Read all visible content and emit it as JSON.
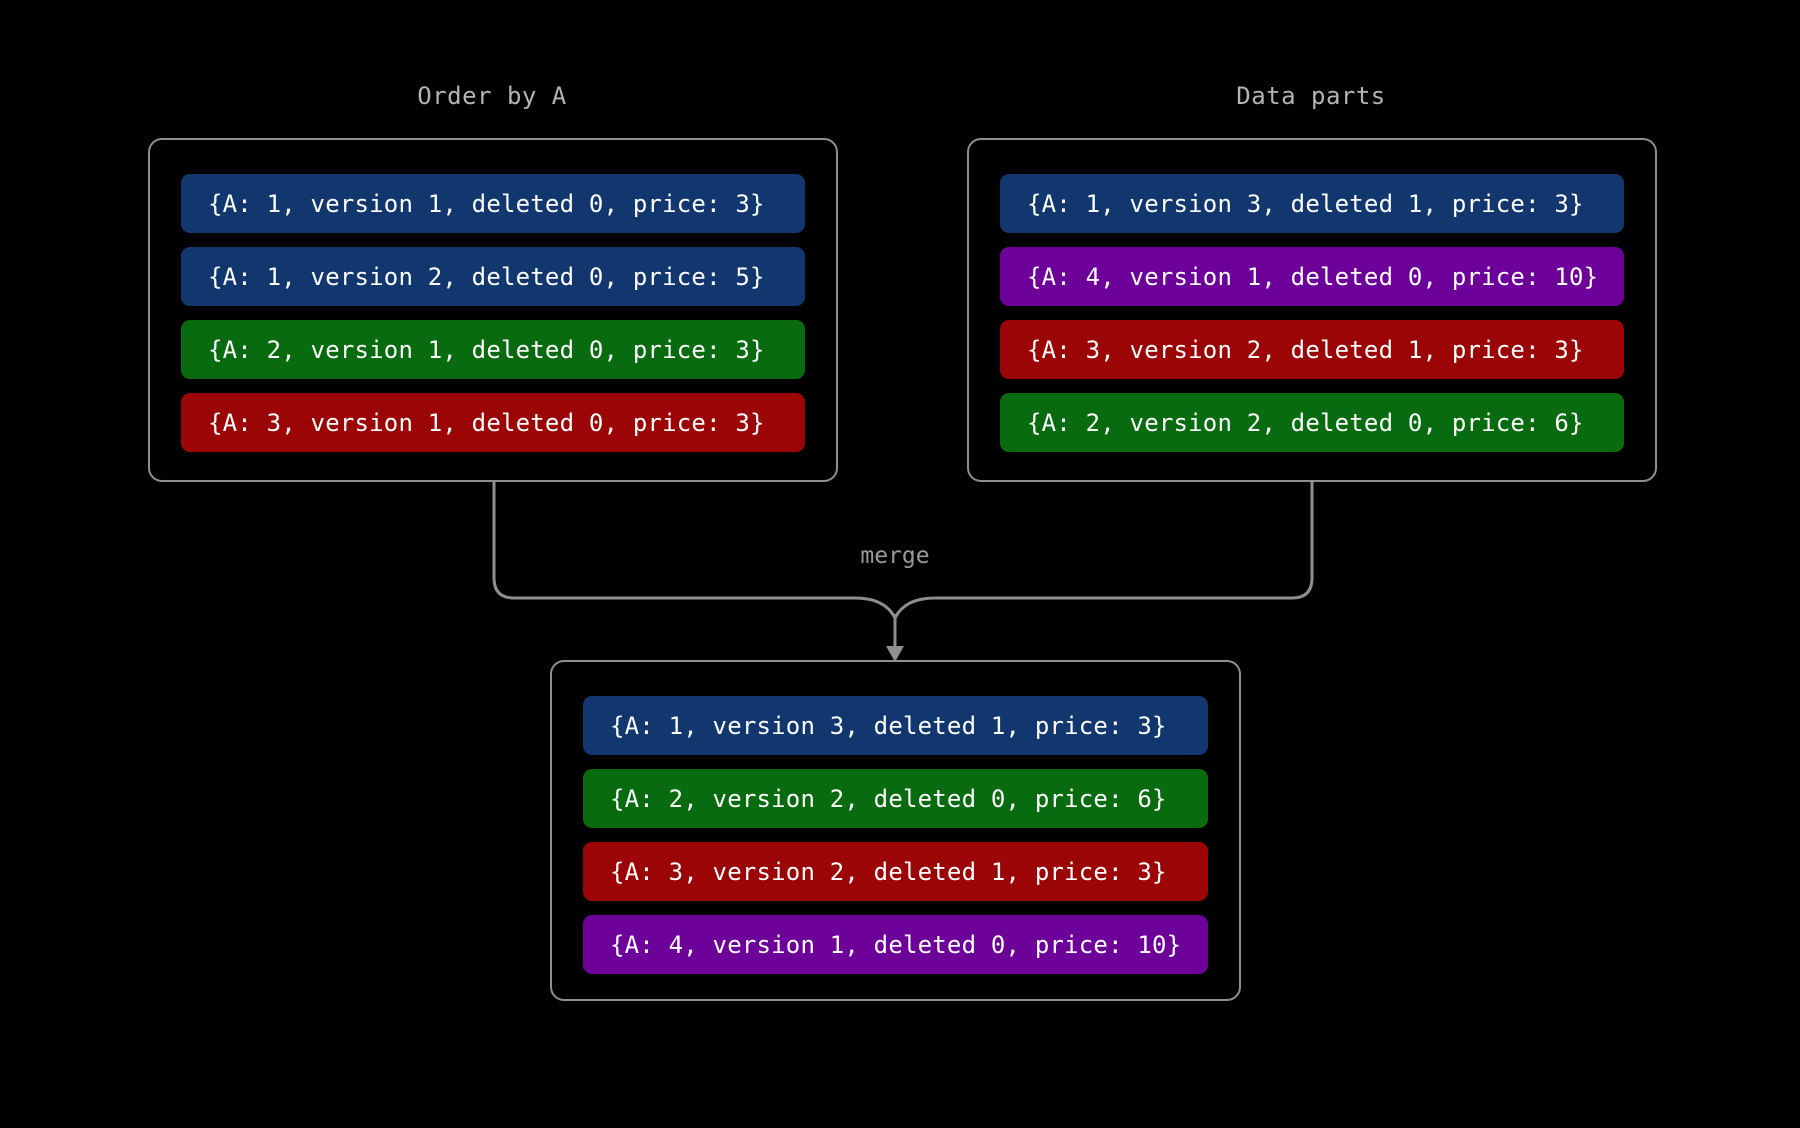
{
  "diagram": {
    "type": "merge-flow",
    "background": "#000000",
    "connector_color": "#8f8f8f",
    "merge_label": "merge",
    "colors": {
      "blue": "#12366e",
      "green": "#086b0f",
      "red": "#9b0505",
      "purple": "#6d0099",
      "panel_border": "#8f8f8f",
      "title_text": "#b4b4b4",
      "row_text": "#ffffff"
    }
  },
  "panels": {
    "order_by_a": {
      "title": "Order by A",
      "rows": [
        {
          "label": "{A: 1, version 1, deleted 0, price: 3}",
          "color": "blue",
          "A": 1,
          "version": 1,
          "deleted": 0,
          "price": 3
        },
        {
          "label": "{A: 1, version 2, deleted 0, price: 5}",
          "color": "blue",
          "A": 1,
          "version": 2,
          "deleted": 0,
          "price": 5
        },
        {
          "label": "{A: 2, version 1, deleted 0, price: 3}",
          "color": "green",
          "A": 2,
          "version": 1,
          "deleted": 0,
          "price": 3
        },
        {
          "label": "{A: 3, version 1, deleted 0, price: 3}",
          "color": "red",
          "A": 3,
          "version": 1,
          "deleted": 0,
          "price": 3
        }
      ]
    },
    "data_parts": {
      "title": "Data parts",
      "rows": [
        {
          "label": "{A: 1, version 3, deleted 1, price: 3}",
          "color": "blue",
          "A": 1,
          "version": 3,
          "deleted": 1,
          "price": 3
        },
        {
          "label": "{A: 4, version 1, deleted 0, price: 10}",
          "color": "purple",
          "A": 4,
          "version": 1,
          "deleted": 0,
          "price": 10
        },
        {
          "label": "{A: 3, version 2, deleted 1, price: 3}",
          "color": "red",
          "A": 3,
          "version": 2,
          "deleted": 1,
          "price": 3
        },
        {
          "label": "{A: 2, version 2, deleted 0, price: 6}",
          "color": "green",
          "A": 2,
          "version": 2,
          "deleted": 0,
          "price": 6
        }
      ]
    },
    "merged_result": {
      "title": "",
      "rows": [
        {
          "label": "{A: 1, version 3, deleted 1, price: 3}",
          "color": "blue",
          "A": 1,
          "version": 3,
          "deleted": 1,
          "price": 3
        },
        {
          "label": "{A: 2, version 2, deleted 0, price: 6}",
          "color": "green",
          "A": 2,
          "version": 2,
          "deleted": 0,
          "price": 6
        },
        {
          "label": "{A: 3, version 2, deleted 1, price: 3}",
          "color": "red",
          "A": 3,
          "version": 2,
          "deleted": 1,
          "price": 3
        },
        {
          "label": "{A: 4, version 1, deleted 0, price: 10}",
          "color": "purple",
          "A": 4,
          "version": 1,
          "deleted": 0,
          "price": 10
        }
      ]
    }
  }
}
